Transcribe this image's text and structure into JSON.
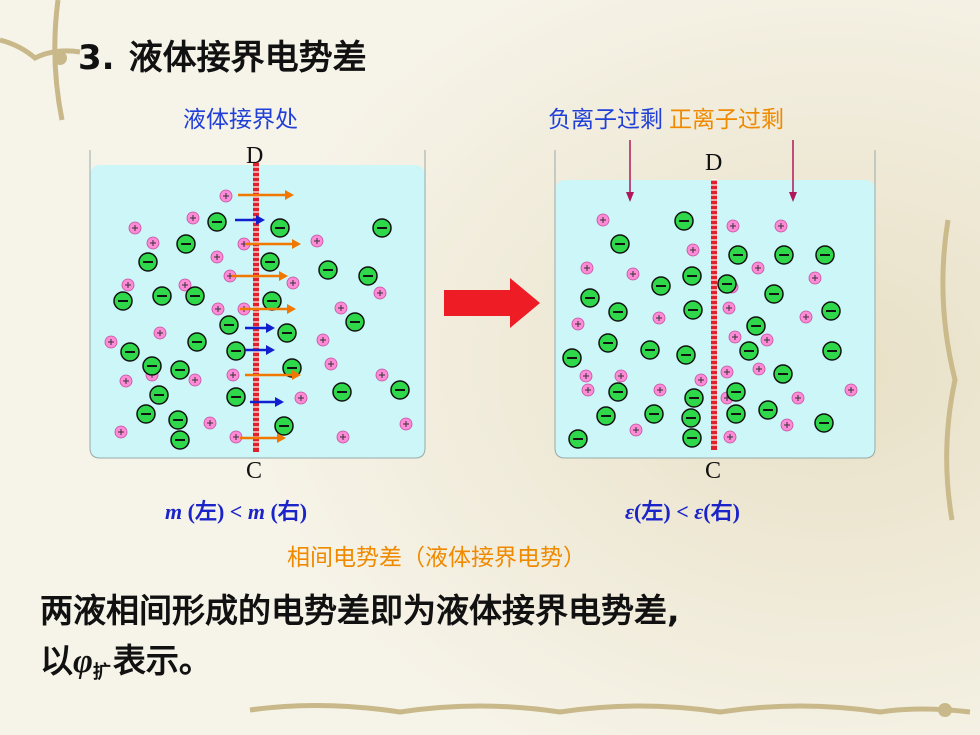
{
  "title": {
    "number": "3.",
    "text": "液体接界电势差"
  },
  "left_panel": {
    "label": "液体接界处",
    "top_letter": "D",
    "bottom_letter": "C",
    "comparison": {
      "a": "m",
      "left": "(左)",
      "lt": "<",
      "b": "m",
      "right": "(右)"
    }
  },
  "right_panel": {
    "label_negative": "负离子过剩",
    "label_positive": "正离子过剩",
    "top_letter": "D",
    "bottom_letter": "C",
    "comparison": {
      "a": "ε",
      "left": "(左)",
      "lt": "<",
      "b": "ε",
      "right": "(右)"
    }
  },
  "caption": "相间电势差（液体接界电势）",
  "body": {
    "line1": "两液相间形成的电势差即为液体接界电势差,",
    "prefix": "以",
    "symbol": "φ",
    "symbol_sub": "扩",
    "suffix": "表示。"
  },
  "colors": {
    "liquid": "#ccf6f8",
    "positive_ion": "#ff8ad8",
    "negative_ion": "#2fd84a",
    "membrane": "#e0202a",
    "big_arrow": "#ee1c25",
    "orange_arrow": "#f07800",
    "blue_arrow": "#1020d0"
  },
  "icons": [
    "positive-ion-icon",
    "negative-ion-icon",
    "arrow-right-icon"
  ]
}
